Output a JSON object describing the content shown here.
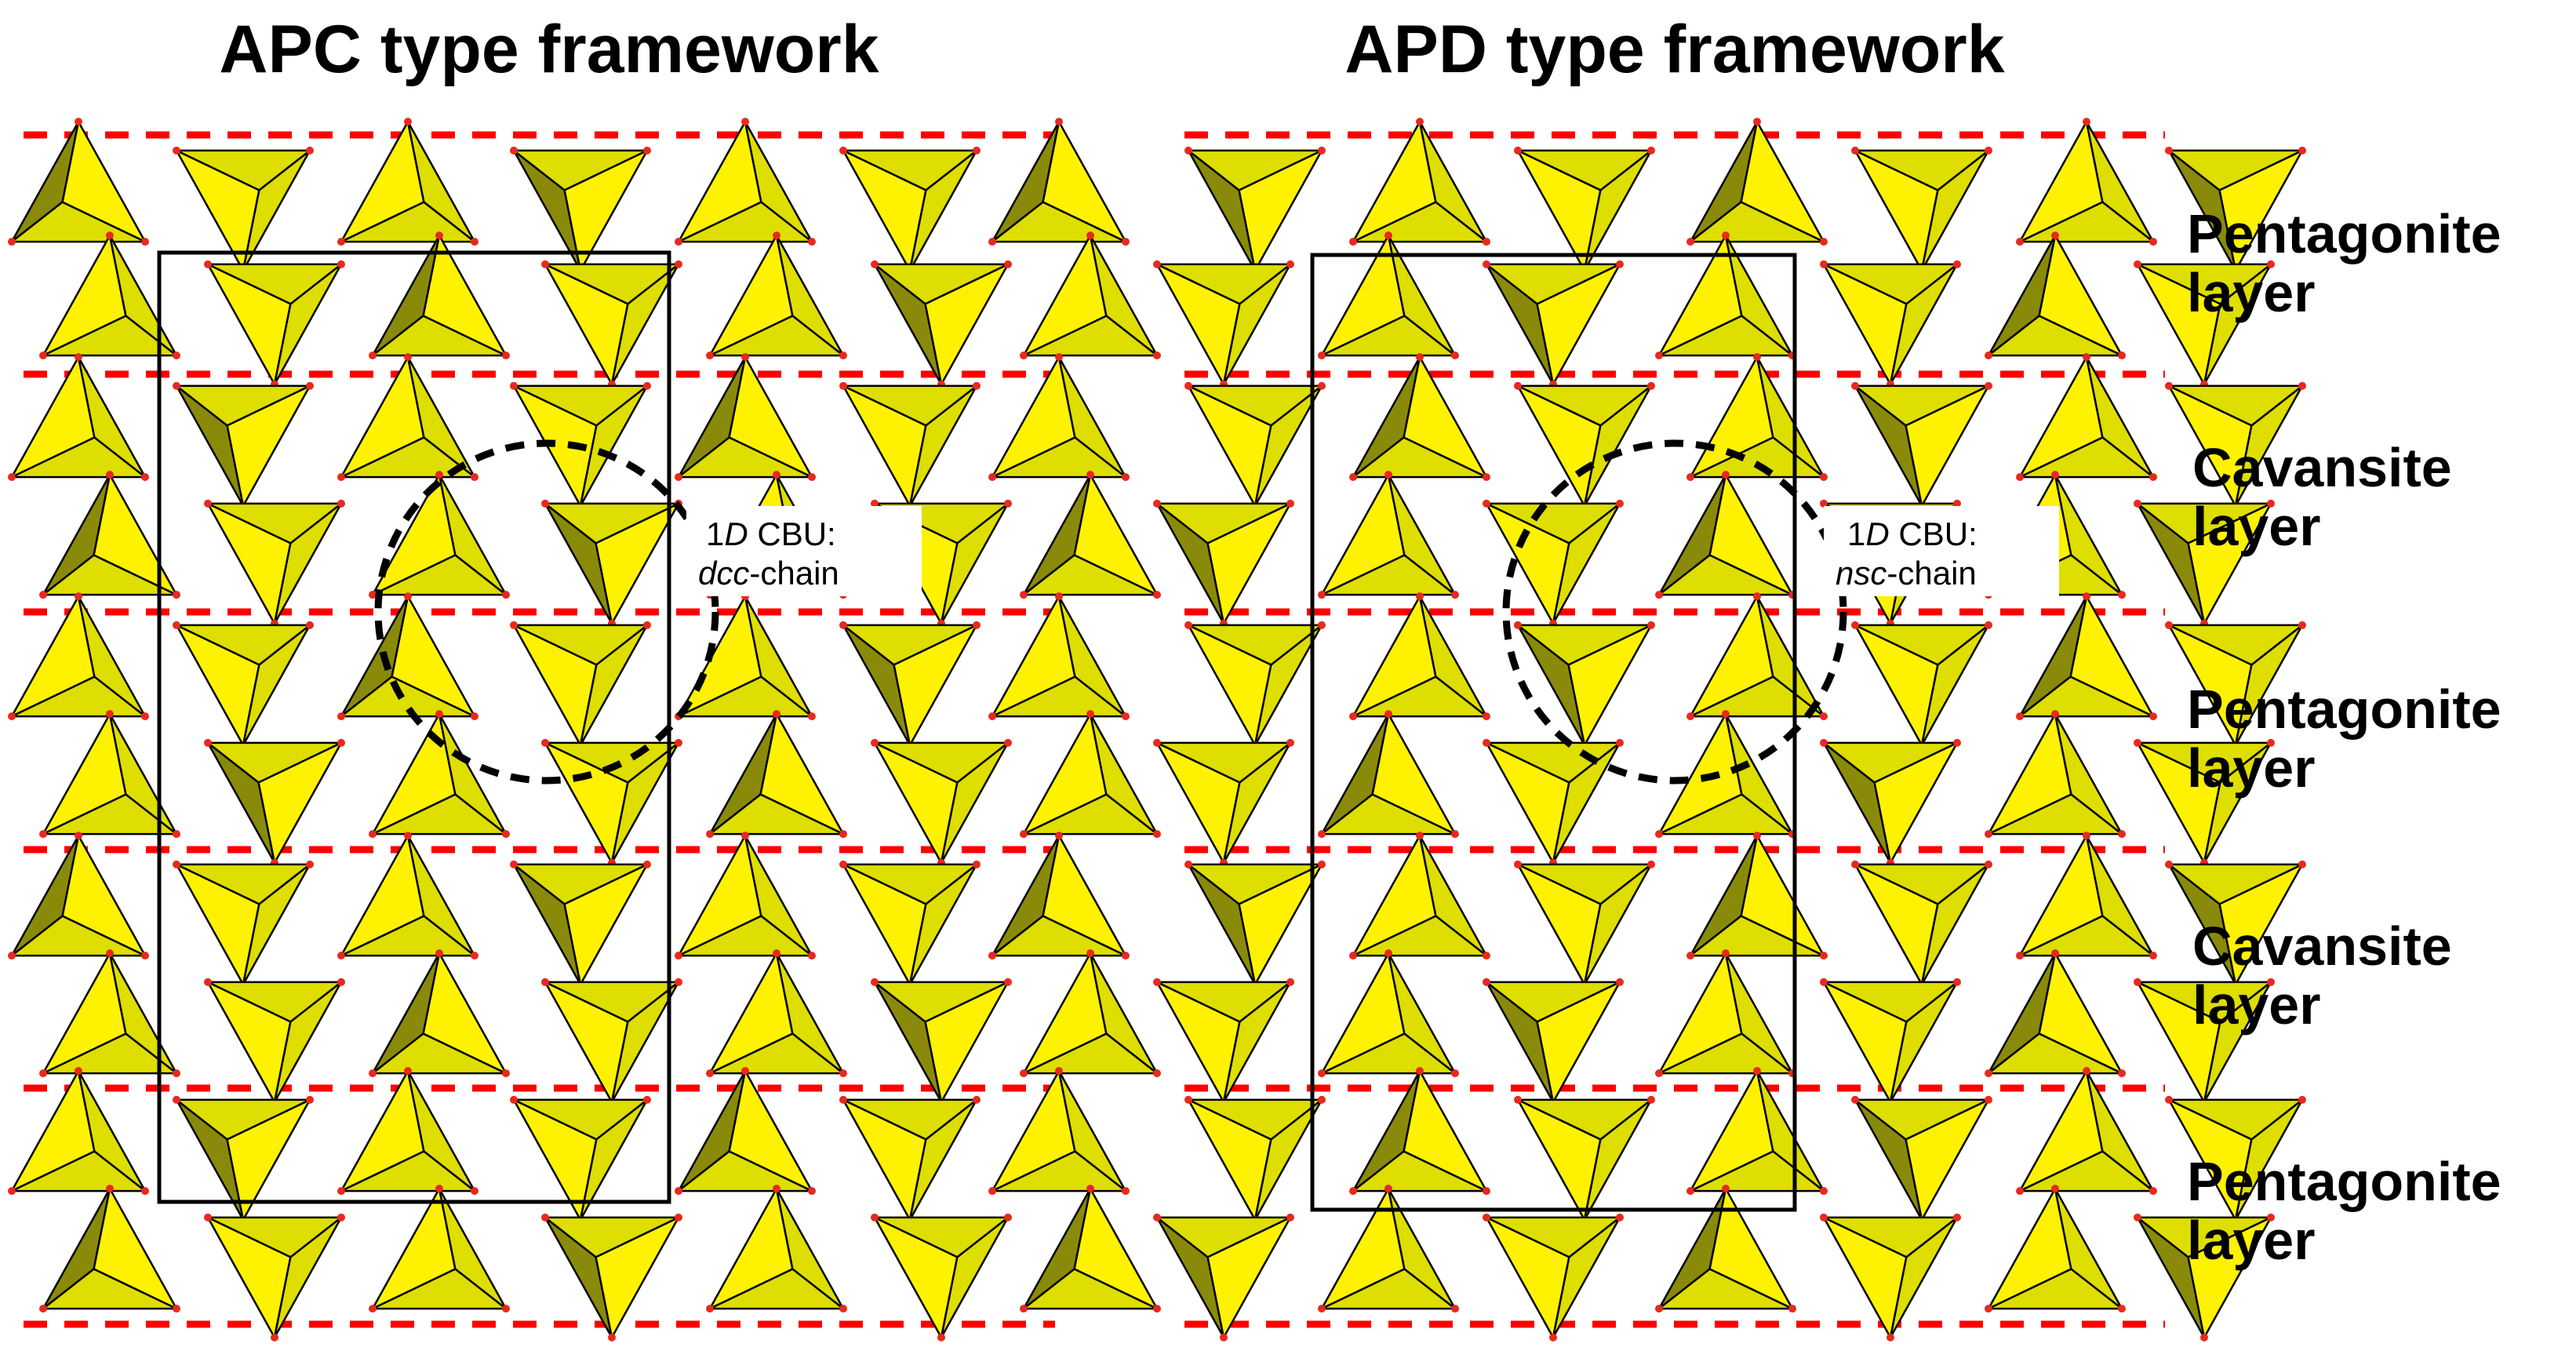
{
  "panels": [
    {
      "id": "apc",
      "title": "APC type framework",
      "cbu_label": {
        "prefix": "1",
        "italic_d": "D",
        "rest": " CBU:",
        "chain_italic": "dcc",
        "chain_rest": "-chain"
      }
    },
    {
      "id": "apd",
      "title": "APD type framework",
      "cbu_label": {
        "prefix": "1",
        "italic_d": "D",
        "rest": " CBU:",
        "chain_italic": "nsc",
        "chain_rest": "-chain"
      }
    }
  ],
  "layers": [
    {
      "line1": "Pentagonite",
      "line2": "layer"
    },
    {
      "line1": "Cavansite",
      "line2": "layer"
    },
    {
      "line1": "Pentagonite",
      "line2": "layer"
    },
    {
      "line1": "Cavansite",
      "line2": "layer"
    },
    {
      "line1": "Pentagonite",
      "line2": "layer"
    }
  ],
  "colors": {
    "tetra_light": "#fff200",
    "tetra_mid": "#dede00",
    "tetra_dark": "#8a8a0a",
    "layer_boundary": "#ff0000",
    "node": "#e8291c"
  }
}
